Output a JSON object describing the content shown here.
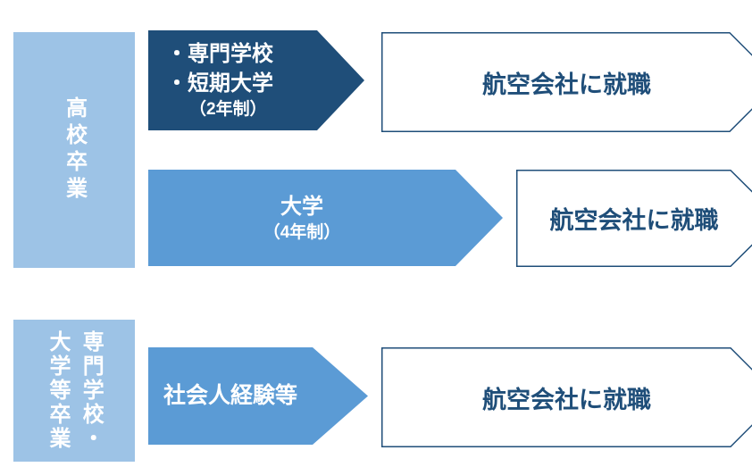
{
  "diagram": {
    "description": "career-path flow diagram to airline employment",
    "colors": {
      "source_box_fill": "#9DC3E6",
      "primary_arrow_fill": "#1F4E79",
      "secondary_arrow_fill": "#5B9BD5",
      "outcome_border": "#1F4E79",
      "outcome_text": "#1F4E79",
      "arrow_text": "#FFFFFF",
      "source_text": "#FFFFFF",
      "background": "#FFFFFF"
    },
    "sources": [
      {
        "id": "highschool",
        "columns": [
          "高校卒業"
        ]
      },
      {
        "id": "postsecondary",
        "columns": [
          "専門学校・",
          "大学等卒業"
        ]
      }
    ],
    "rows": [
      {
        "arrow_lines": [
          "・専門学校",
          "・短期大学"
        ],
        "arrow_note": "（2年制）",
        "outcome": "航空会社に就職"
      },
      {
        "arrow_lines": [
          "大学"
        ],
        "arrow_note": "（4年制）",
        "outcome": "航空会社に就職"
      },
      {
        "arrow_lines": [
          "社会人経験等"
        ],
        "arrow_note": "",
        "outcome": "航空会社に就職"
      }
    ]
  }
}
